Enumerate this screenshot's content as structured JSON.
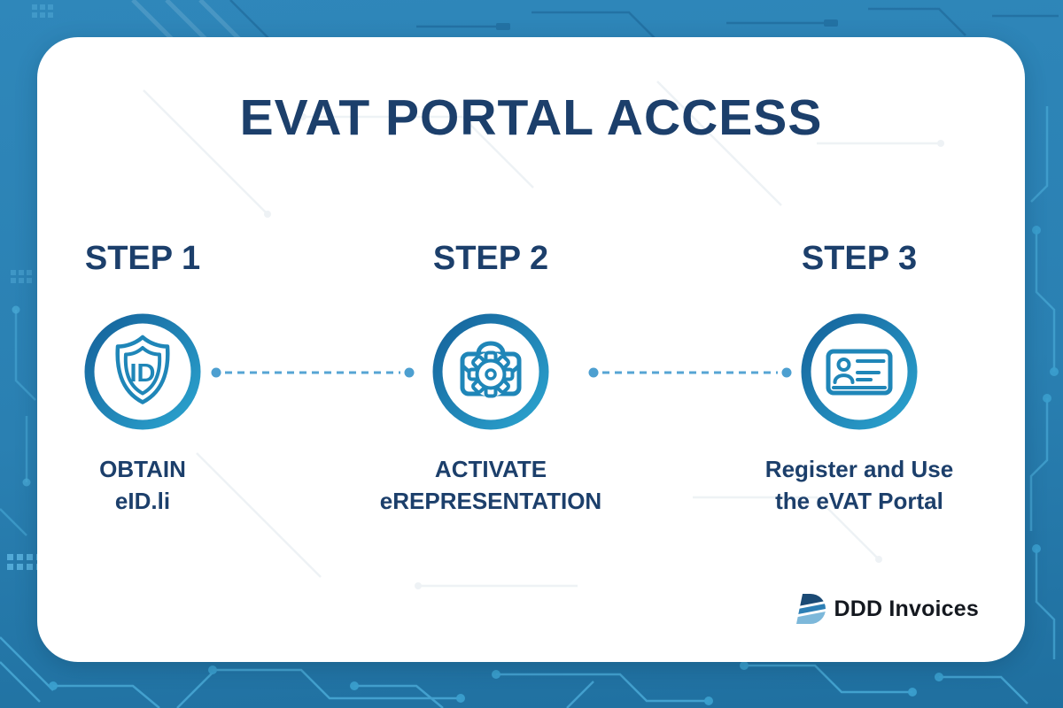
{
  "title": "EVAT PORTAL ACCESS",
  "steps": [
    {
      "label": "STEP 1",
      "caption_line1": "OBTAIN",
      "caption_line2": "eID.li",
      "icon": "id-shield-icon"
    },
    {
      "label": "STEP 2",
      "caption_line1": "ACTIVATE",
      "caption_line2": "eREPRESENTATION",
      "icon": "briefcase-gear-icon"
    },
    {
      "label": "STEP 3",
      "caption_line1": "Register and Use",
      "caption_line2": "the eVAT Portal",
      "icon": "id-card-icon"
    }
  ],
  "icons": {
    "shield_badge_text": "ID"
  },
  "logo": {
    "text": "DDD Invoices",
    "icon": "ddd-logo-icon"
  },
  "colors": {
    "background_blue": "#2a80b2",
    "card_white": "#ffffff",
    "heading_navy": "#1c3f6b",
    "icon_stroke_blue": "#1f86b8",
    "ring_gradient_start": "#15629b",
    "ring_gradient_end": "#2ba4cf",
    "connector_blue": "#4d9fd0",
    "circuit_trace_light": "#49a9d6",
    "circuit_trace_dark": "#1c6394",
    "logo_navy": "#1b4a74",
    "logo_mid_blue": "#2d7fb5",
    "logo_light_blue": "#7db8da",
    "logo_text_color": "#14181f"
  }
}
